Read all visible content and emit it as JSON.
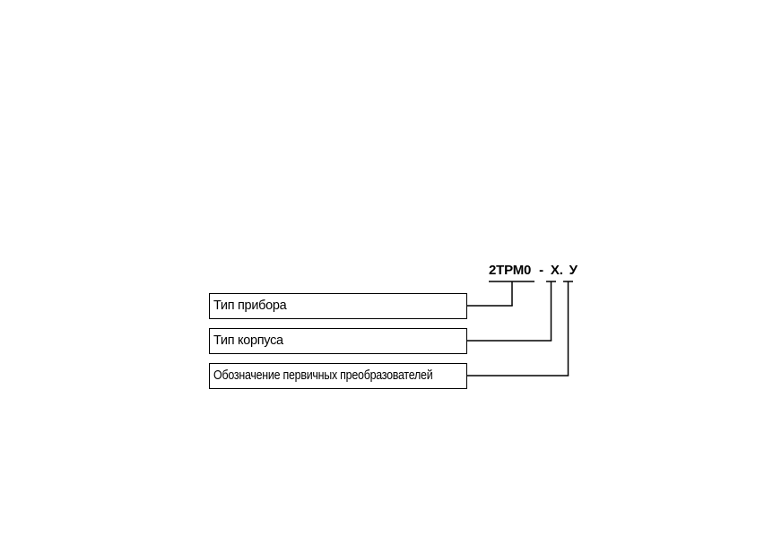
{
  "designation": {
    "device_code": "2ТРМ0",
    "separator": "-",
    "param_x": "Х.",
    "param_y": "У"
  },
  "boxes": [
    {
      "label": "Тип прибора"
    },
    {
      "label": "Тип корпуса"
    },
    {
      "label": "Обозначение первичных преобразователей"
    }
  ]
}
